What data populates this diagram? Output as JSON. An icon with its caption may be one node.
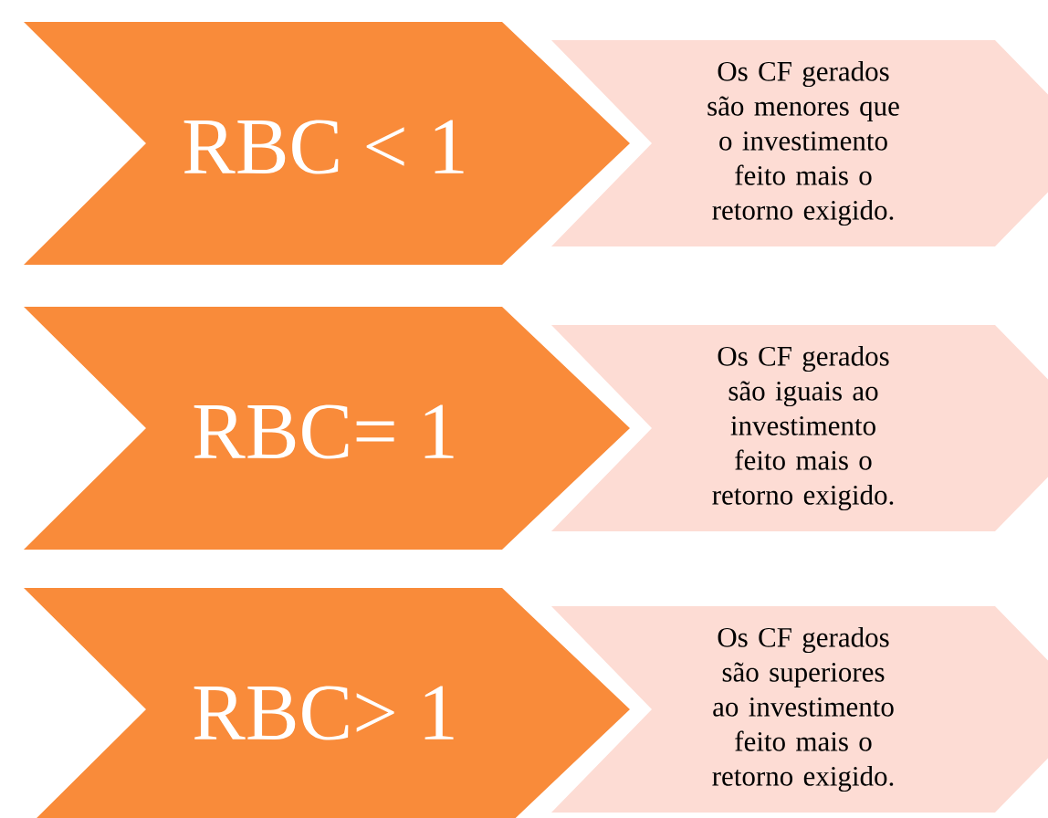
{
  "diagram": {
    "nodes": [
      {
        "text": [
          "RBC < 1"
        ]
      },
      {
        "text": [
          "Os CF gerados são menores que o investimento feito mais o retorno exigido."
        ]
      },
      {
        "text": [
          "RBC= 1"
        ]
      },
      {
        "text": [
          "Os CF gerados são iguais ao investimento feito mais o retorno exigido."
        ]
      },
      {
        "text": [
          "RBC> 1"
        ]
      },
      {
        "text": [
          "Os CF gerados são superiores ao investimento feito mais o retorno exigido."
        ]
      }
    ]
  }
}
